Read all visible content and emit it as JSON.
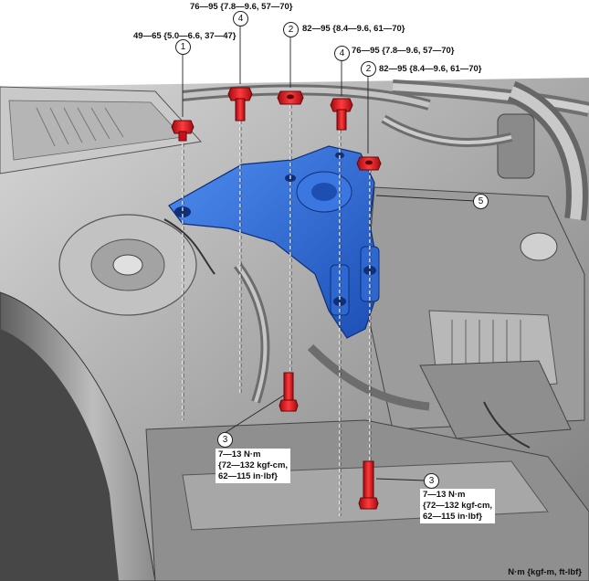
{
  "callouts": {
    "n1": "1",
    "n2": "2",
    "n3": "3",
    "n4": "4",
    "n5": "5"
  },
  "torque": {
    "t1": "49—65 {5.0—6.6, 37—47}",
    "t4": "76—95 {7.8—9.6, 57—70}",
    "t2": "82—95 {8.4—9.6, 61—70}",
    "t3_line1": "7—13 N·m",
    "t3_line2": "{72—132 kgf-cm,",
    "t3_line3": "62—115 in·lbf}"
  },
  "unit_note": "N·m {kgf-m, ft-lbf}",
  "colors": {
    "part_highlight": "#2f6fd6",
    "bolt": "#e0141e",
    "engine_gray": "#9a9a9a",
    "background": "#ffffff"
  }
}
